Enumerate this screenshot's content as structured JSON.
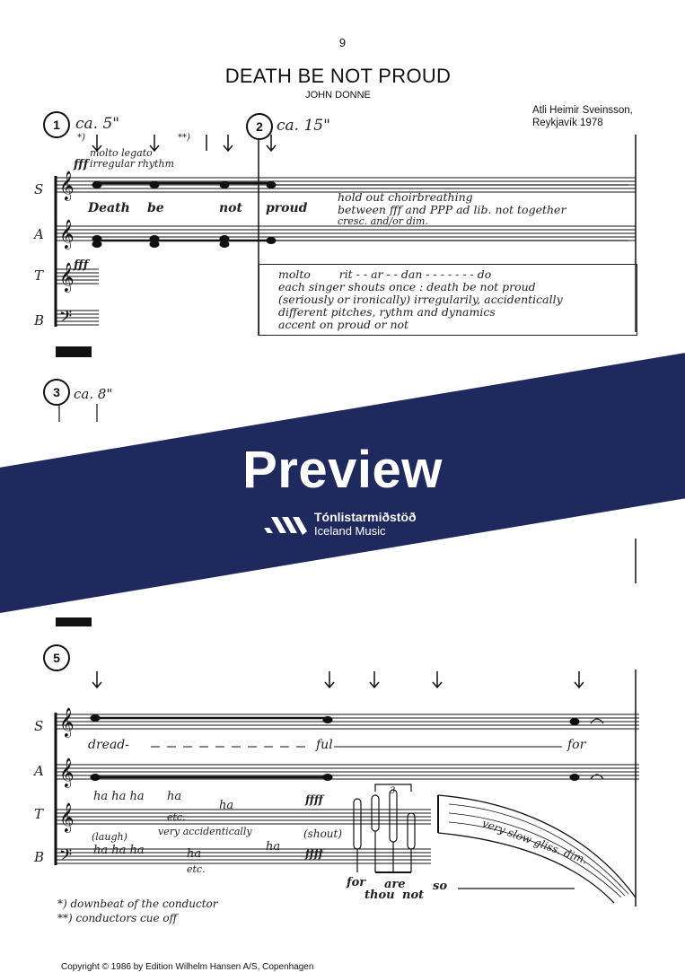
{
  "page": {
    "number": "9",
    "title": "DEATH BE NOT PROUD",
    "poet": "JOHN DONNE",
    "composer_line1": "Atli Heimir Sveinsson,",
    "composer_line2": "Reykjavík 1978"
  },
  "rehearsal": {
    "m1": "1",
    "m2": "2",
    "m3": "3",
    "m5": "5"
  },
  "timings": {
    "m1": "ca. 5\"",
    "m2": "ca. 15\"",
    "m3": "ca. 8\""
  },
  "voices": {
    "s": "S",
    "a": "A",
    "t": "T",
    "b": "B"
  },
  "system1": {
    "footnote_mark1": "*)",
    "footnote_mark2": "**)",
    "dynamic": "fff",
    "direction1": "molto legato",
    "direction2": "irregular rhythm",
    "lyrics": [
      "Death",
      "be",
      "not",
      "proud"
    ],
    "instruction1": "hold out choirbreathing",
    "instruction2": "between fff and PPP ad lib. not together",
    "instruction3": "cresc. and/or dim.",
    "tenor_dynamic": "fff",
    "box_line1": "molto        rit - - ar - - dan - - - - - - - do",
    "box_line2": "each singer shouts once : death be not proud",
    "box_line3": "(seriously or ironically) irregularily, accidentically",
    "box_line4": "different pitches, rythm and dynamics",
    "box_line5": "accent on proud or not"
  },
  "system3": {
    "lyrics": [
      "dread-",
      "ful",
      "for"
    ],
    "tenor_ha": [
      "ha ha ha",
      "ha",
      "ha"
    ],
    "tenor_etc": "etc.",
    "tenor_laugh": "(laugh)",
    "accidentically": "very accidentically",
    "bass_ha": [
      "ha ha ha",
      "ha",
      "ha"
    ],
    "bass_etc": "etc.",
    "ffff1": "ffff",
    "ffff2": "ffff",
    "shout": "(shout)",
    "triplet": "3",
    "words": [
      "for",
      "are",
      "thou",
      "not",
      "so"
    ],
    "gliss": "very slow gliss. dim."
  },
  "footnotes": {
    "f1": "*) downbeat of the conductor",
    "f2": "**) conductors cue off"
  },
  "copyright": "Copyright © 1986 by Edition Wilhelm Hansen A/S, Copenhagen",
  "banner": {
    "label": "Preview",
    "brand_name": "Tónlistarmiðstöð",
    "brand_sub": "Iceland Music",
    "color": "#1e2a5e"
  }
}
